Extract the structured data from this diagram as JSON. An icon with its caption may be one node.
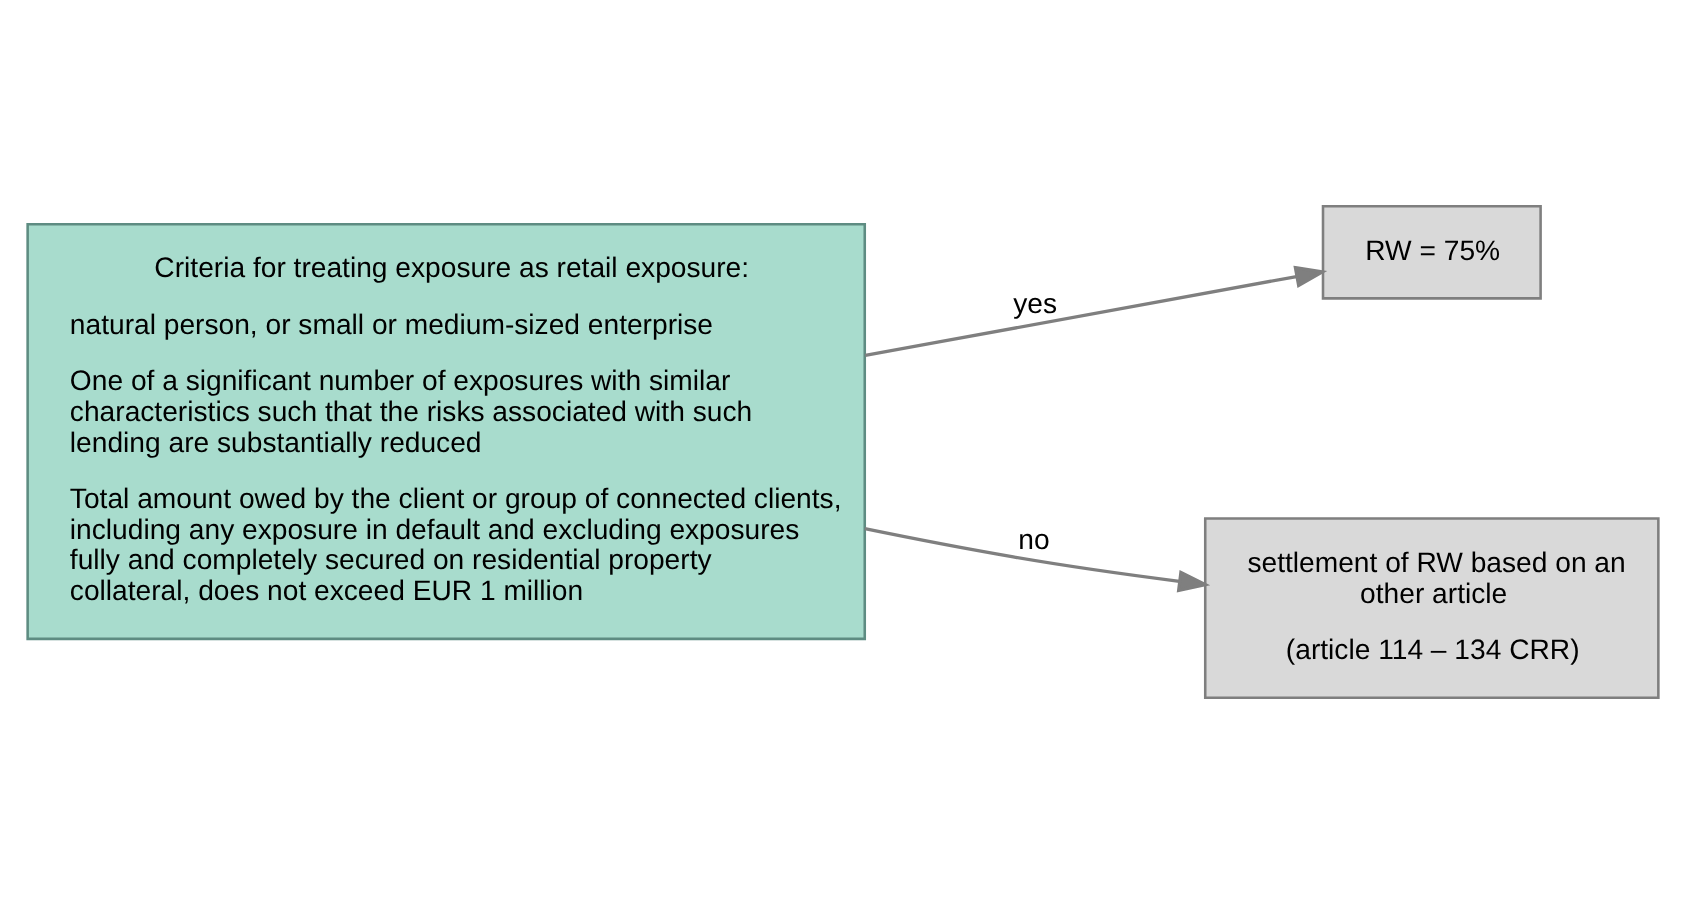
{
  "diagram": {
    "nodes": [
      {
        "text": [
          "Criteria for treating exposure as retail exposure:",
          "natural person, or small or medium-sized enterprise",
          "One of a significant number of exposures with similar characteristics such that the risks associated with such lending are substantially reduced",
          "Total amount owed by the client or group of connected clients, including any exposure in default and excluding exposures fully and completely secured on residential property collateral, does not exceed EUR 1 million"
        ]
      },
      {
        "text": [
          "RW = 75%"
        ]
      },
      {
        "text": [
          "settlement of RW based on an other article",
          "(article 114 – 134 CRR)"
        ]
      }
    ],
    "edges": [
      {
        "from": 0,
        "to": 1,
        "arrow": "to",
        "label": "yes"
      },
      {
        "from": 0,
        "to": 2,
        "arrow": "to",
        "label": "no"
      }
    ]
  }
}
